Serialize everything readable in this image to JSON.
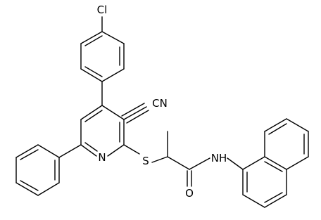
{
  "diagram": {
    "type": "chemical-structure",
    "atom_labels": {
      "chlorine": "Cl",
      "nitrile": "CN",
      "pyridine_nitrogen": "N",
      "sulfur": "S",
      "amide_nitrogen_hydrogen": "NH",
      "carbonyl_oxygen": "O"
    }
  }
}
